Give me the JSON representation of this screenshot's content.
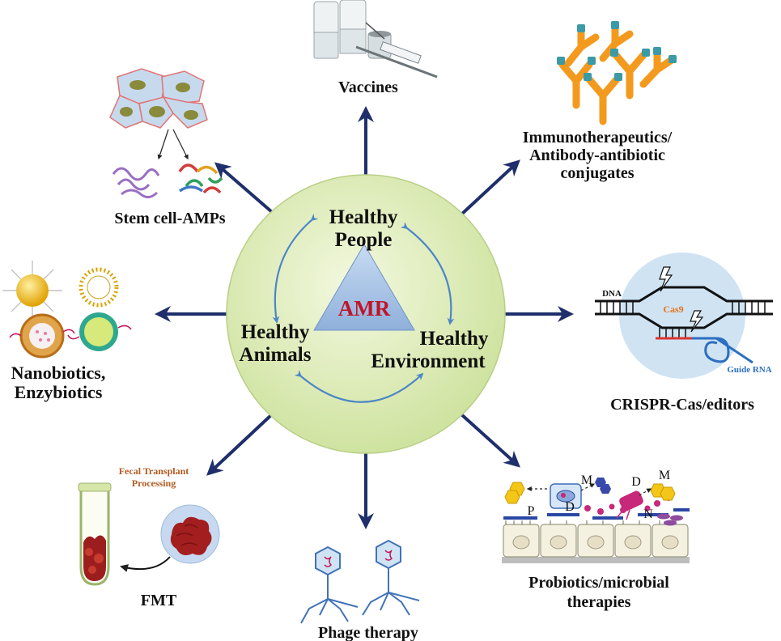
{
  "center": {
    "triangle_label": "AMR",
    "healthy_people": [
      "Healthy",
      "People"
    ],
    "healthy_animals": [
      "Healthy",
      "Animals"
    ],
    "healthy_environment": [
      "Healthy",
      "Environment"
    ]
  },
  "strategies": {
    "vaccines": "Vaccines",
    "immunotherapeutics": [
      "Immunotherapeutics/",
      "Antibody-antibiotic",
      "conjugates"
    ],
    "stem_cell": "Stem cell-AMPs",
    "nanobiotics": [
      "Nanobiotics,",
      "Enzybiotics"
    ],
    "crispr": "CRISPR-Cas/editors",
    "fmt": "FMT",
    "phage": "Phage therapy",
    "probiotics": [
      "Probiotics/microbial",
      "therapies"
    ]
  },
  "crispr_icon": {
    "dna": "DNA",
    "cas9": "Cas9",
    "guide_rna": "Guide RNA"
  },
  "fmt_icon": {
    "caption": [
      "Fecal Transplant",
      "Processing"
    ]
  },
  "probiotic_icon": {
    "m1": "M",
    "m2": "M",
    "d1": "D",
    "d2": "D",
    "p": "P",
    "n": "N"
  },
  "colors": {
    "arrow": "#1f2f6b",
    "circle": "#dfeebb",
    "triangle": "#a9c3e6",
    "amr_text": "#c0152a",
    "cycle": "#4c86c6"
  }
}
